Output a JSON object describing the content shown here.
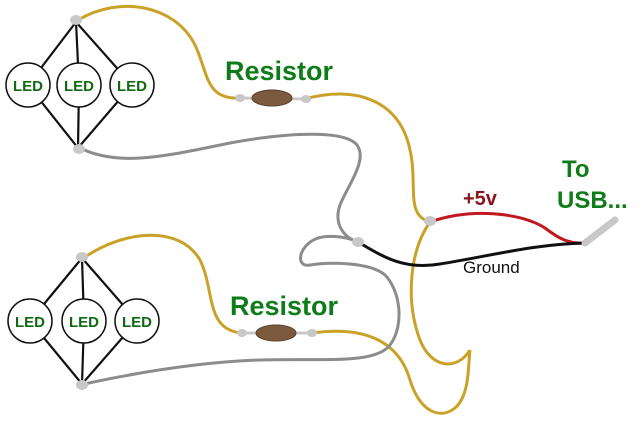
{
  "labels": {
    "led": "LED",
    "resistor_top": "Resistor",
    "resistor_bottom": "Resistor",
    "plus_5v": "+5v",
    "ground": "Ground",
    "to": "To",
    "usb": "USB..."
  },
  "colors": {
    "gold_wire": "#c9a227",
    "gray_wire": "#8c8c8c",
    "red_wire": "#c0191f",
    "black_wire": "#111111",
    "resistor_body": "#7b5a3e",
    "text_green": "#0f7c1a",
    "text_red": "#8b1418",
    "led_fill": "#ffffff",
    "node": "#c8c8c8"
  }
}
